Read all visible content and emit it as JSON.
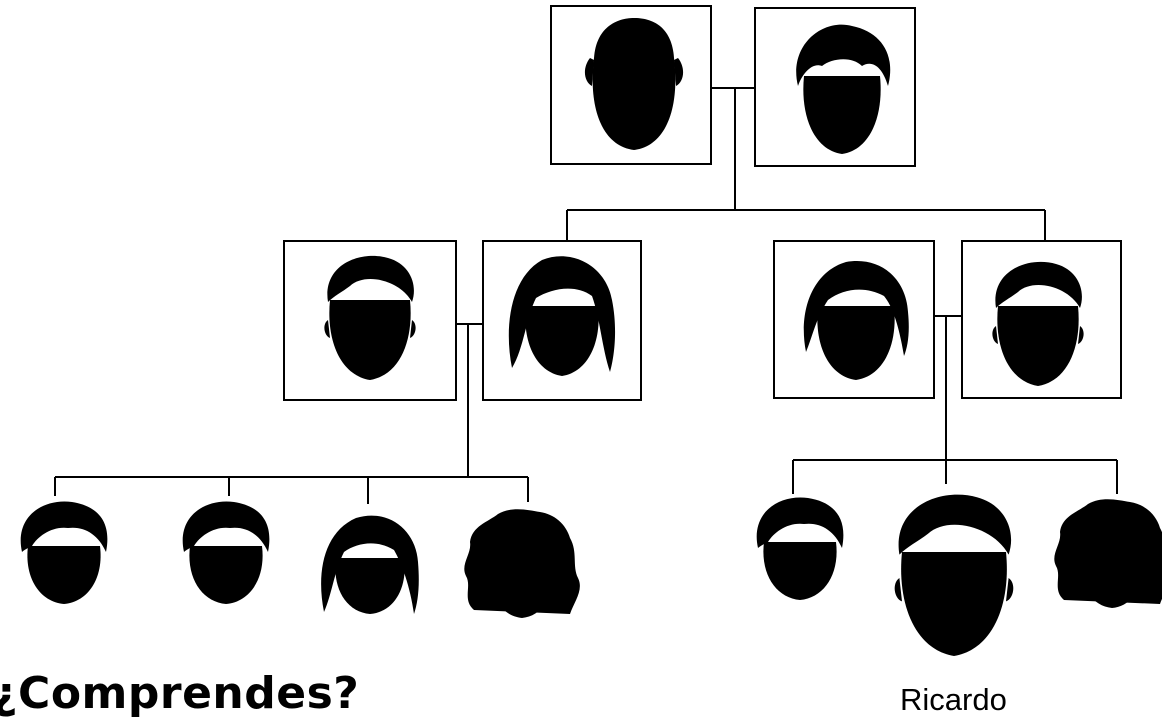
{
  "heading": "¿Comprendes?",
  "member_label": "Ricardo",
  "tree": {
    "grandparents": [
      {
        "face": "grandfather-glasses"
      },
      {
        "face": "grandmother-glasses"
      }
    ],
    "left_couple": [
      {
        "face": "man"
      },
      {
        "face": "woman"
      }
    ],
    "right_couple": [
      {
        "face": "woman-glasses"
      },
      {
        "face": "man"
      }
    ],
    "left_children": 4,
    "right_children": 3
  }
}
